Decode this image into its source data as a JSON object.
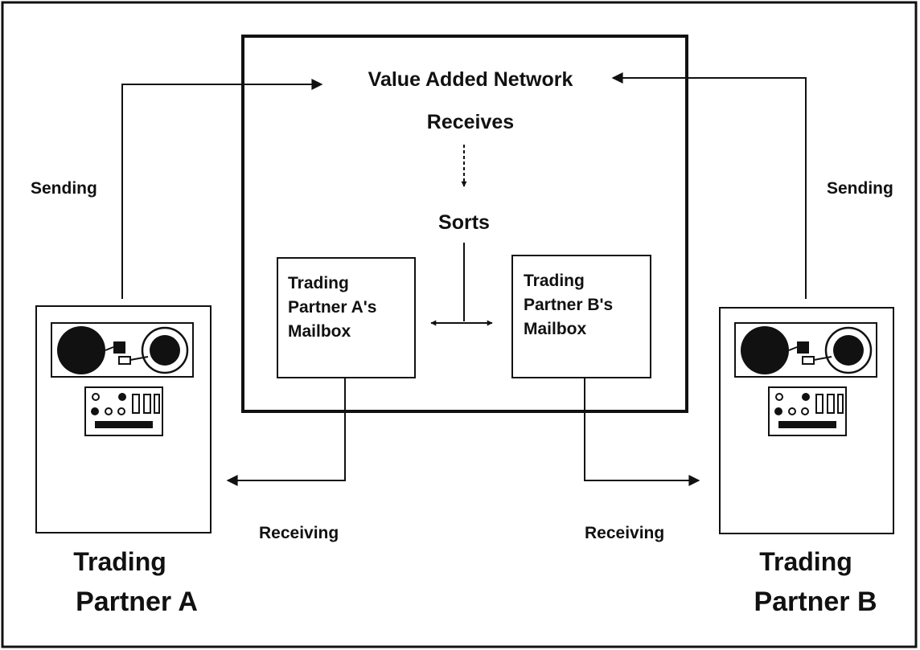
{
  "network": {
    "title": "Value Added Network",
    "receives": "Receives",
    "sorts": "Sorts"
  },
  "mailbox_a": {
    "line1": "Trading",
    "line2": "Partner A's",
    "line3": "Mailbox"
  },
  "mailbox_b": {
    "line1": "Trading",
    "line2": "Partner B's",
    "line3": "Mailbox"
  },
  "flows": {
    "sending_left": "Sending",
    "sending_right": "Sending",
    "receiving_left": "Receiving",
    "receiving_right": "Receiving"
  },
  "partner_a": {
    "line1": "Trading",
    "line2": "Partner A"
  },
  "partner_b": {
    "line1": "Trading",
    "line2": "Partner B"
  },
  "colors": {
    "ink": "#111111",
    "paper": "#ffffff"
  }
}
